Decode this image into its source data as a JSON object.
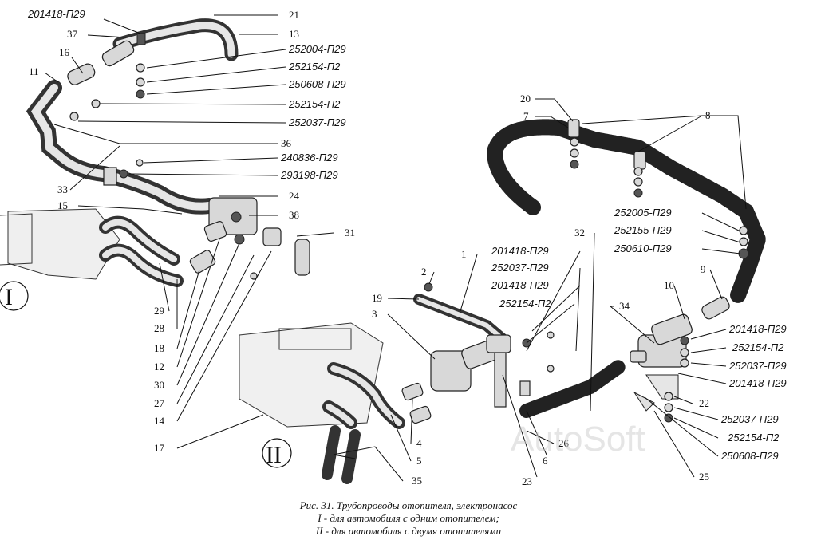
{
  "labels": {
    "l201418_a": "201418-П29",
    "l37": "37",
    "l21": "21",
    "l13": "13",
    "l16": "16",
    "l252004": "252004-П29",
    "l252154_a": "252154-П2",
    "l250608_a": "250608-П29",
    "l252154_b": "252154-П2",
    "l11": "11",
    "l252037_a": "252037-П29",
    "l36": "36",
    "l240836": "240836-П29",
    "l293198": "293198-П29",
    "l33": "33",
    "l24": "24",
    "l15": "15",
    "l38": "38",
    "l31": "31",
    "l29": "29",
    "l28": "28",
    "l18": "18",
    "l12": "12",
    "l30": "30",
    "l27": "27",
    "l14": "14",
    "l17": "17",
    "l20": "20",
    "l7": "7",
    "l8": "8",
    "l252005": "252005-П29",
    "l252155": "252155-П29",
    "l250610": "250610-П29",
    "l1": "1",
    "l32": "32",
    "l201418_b": "201418-П29",
    "l252037_b": "252037-П29",
    "l201418_c": "201418-П29",
    "l252154_c": "252154-П2",
    "l2": "2",
    "l19": "19",
    "l3": "3",
    "l9": "9",
    "l10": "10",
    "l34": "34",
    "l201418_d": "201418-П29",
    "l252154_d": "252154-П2",
    "l252037_c": "252037-П29",
    "l201418_e": "201418-П29",
    "l22": "22",
    "l252037_d": "252037-П29",
    "l252154_e": "252154-П2",
    "l250608_b": "250608-П29",
    "l25": "25",
    "l26": "26",
    "l6": "6",
    "l23": "23",
    "l4": "4",
    "l5": "5",
    "l35": "35"
  },
  "roman": {
    "one": "I",
    "two": "II"
  },
  "watermark": "AutoSoft",
  "caption": {
    "line1": "Рис. 31. Трубопроводы отопителя, электронасос",
    "line2": "I - для автомобиля с одним отопителем;",
    "line3": "II - для автомобиля с двумя отопителями"
  }
}
